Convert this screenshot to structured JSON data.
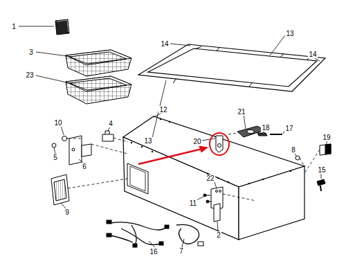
{
  "diagram": {
    "labels": [
      "1",
      "3",
      "23",
      "14",
      "13",
      "14",
      "13",
      "12",
      "21",
      "18",
      "17",
      "10",
      "4",
      "20",
      "8",
      "19",
      "5",
      "6",
      "9",
      "22",
      "11",
      "15",
      "2",
      "16",
      "7"
    ]
  }
}
